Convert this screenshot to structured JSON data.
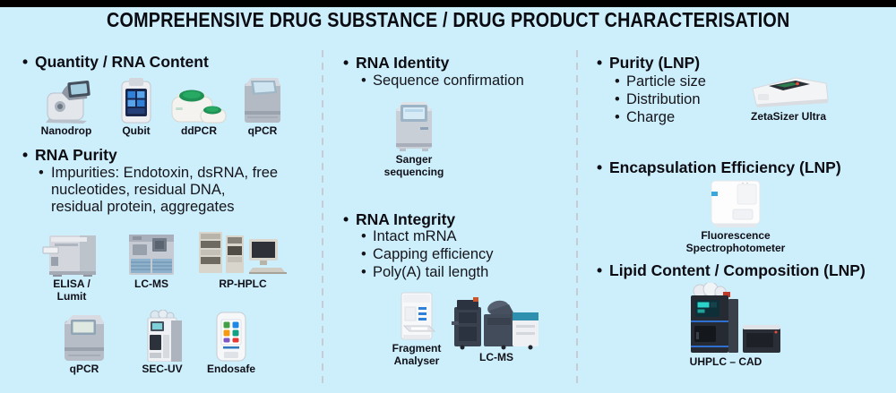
{
  "title": "COMPREHENSIVE DRUG SUBSTANCE / DRUG PRODUCT CHARACTERISATION",
  "col1": {
    "quantity_heading": "Quantity / RNA Content",
    "row1": {
      "nanodrop": "Nanodrop",
      "qubit": "Qubit",
      "ddpcr": "ddPCR",
      "qpcr": "qPCR"
    },
    "purity_heading": "RNA Purity",
    "impurities": "Impurities: Endotoxin, dsRNA, free\nnucleotides, residual DNA,\nresidual protein, aggregates",
    "row2": {
      "elisa": "ELISA /\nLumit",
      "lcms": "LC-MS",
      "rphplc": "RP-HPLC"
    },
    "row3": {
      "qpcr": "qPCR",
      "secuv": "SEC-UV",
      "endosafe": "Endosafe"
    }
  },
  "col2": {
    "identity_heading": "RNA Identity",
    "identity_bullet": "Sequence confirmation",
    "sanger_label": "Sanger\nsequencing",
    "integrity_heading": "RNA Integrity",
    "integrity_bullets": [
      "Intact mRNA",
      "Capping efficiency",
      "Poly(A) tail length"
    ],
    "fragment_label": "Fragment\nAnalyser",
    "lcms_label": "LC-MS"
  },
  "col3": {
    "purity_heading": "Purity (LNP)",
    "purity_bullets": [
      "Particle size",
      "Distribution",
      "Charge"
    ],
    "zetasizer_label": "ZetaSizer Ultra",
    "encapsulation_heading": "Encapsulation Efficiency (LNP)",
    "fluorescence_label": "Fluorescence Spectrophotometer",
    "lipid_heading": "Lipid Content / Composition (LNP)",
    "uhplc_label": "UHPLC – CAD"
  },
  "colors": {
    "background": "#cdeefb",
    "top_bar": "#000000",
    "divider": "#c7cbd3",
    "text": "#121218"
  }
}
